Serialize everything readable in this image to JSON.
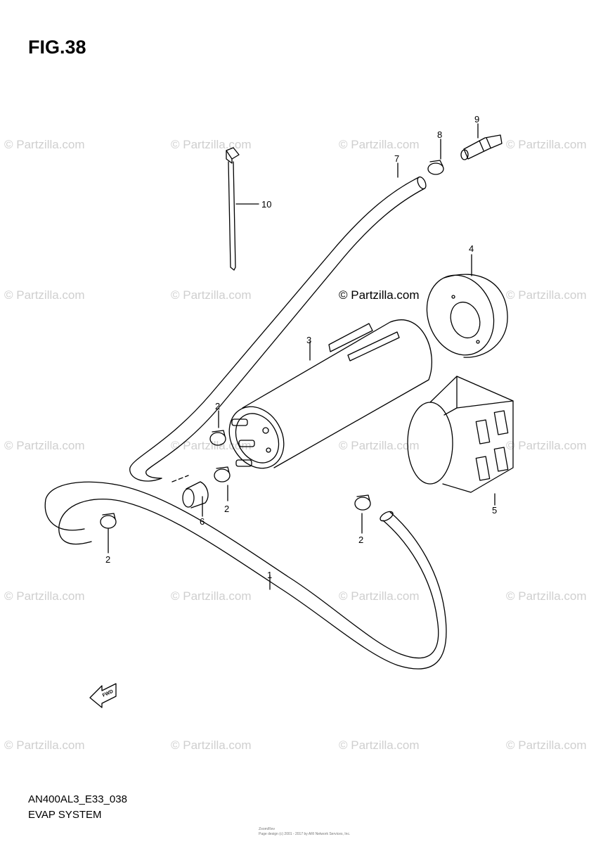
{
  "figure": {
    "title": "FIG.38",
    "code": "AN400AL3_E33_038",
    "system": "EVAP SYSTEM"
  },
  "watermark": {
    "text": "© Partzilla.com",
    "center_text": "© Partzilla.com"
  },
  "footer": {
    "line1": "Zoom/Rev",
    "line2": "Page design (c) 2001 - 2017 by ARI Network Services, Inc."
  },
  "fwd_label": "FWD",
  "callouts": [
    "1",
    "2",
    "2",
    "2",
    "2",
    "3",
    "4",
    "5",
    "6",
    "7",
    "8",
    "9",
    "10"
  ]
}
